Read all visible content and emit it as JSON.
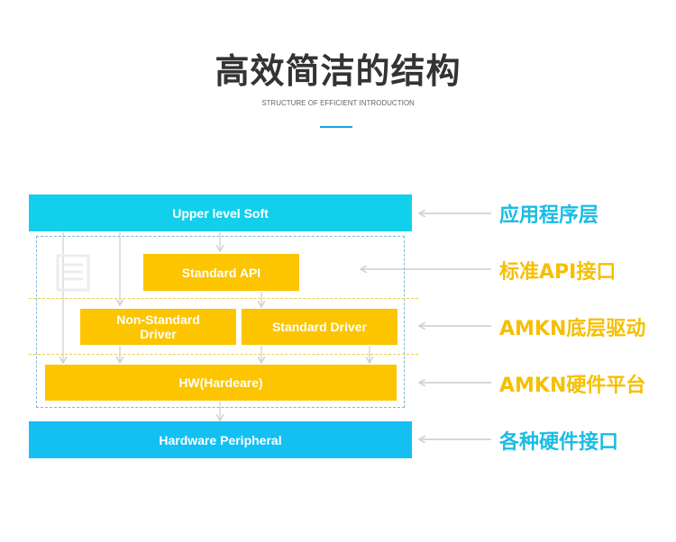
{
  "header": {
    "title": "高效简洁的结构",
    "subtitle": "STRUCTURE OF EFFICIENT INTRODUCTION"
  },
  "diagram": {
    "layers": {
      "upper_level_soft": "Upper level Soft",
      "standard_api": "Standard API",
      "non_standard_driver": "Non-Standard\nDriver",
      "standard_driver": "Standard Driver",
      "hw": "HW(Hardeare)",
      "hardware_peripheral": "Hardware Peripheral"
    },
    "labels": {
      "application_layer": "应用程序层",
      "standard_api_interface": "标准API接口",
      "amkn_driver_layer": "AMKN底层驱动",
      "amkn_hardware_platform": "AMKN硬件平台",
      "hardware_interfaces": "各种硬件接口"
    },
    "colors": {
      "cyan": "#12d0ec",
      "blue": "#14bff2",
      "yellow": "#fcc500",
      "label_cyan": "#1abce4",
      "label_yellow": "#f6bf00"
    }
  }
}
